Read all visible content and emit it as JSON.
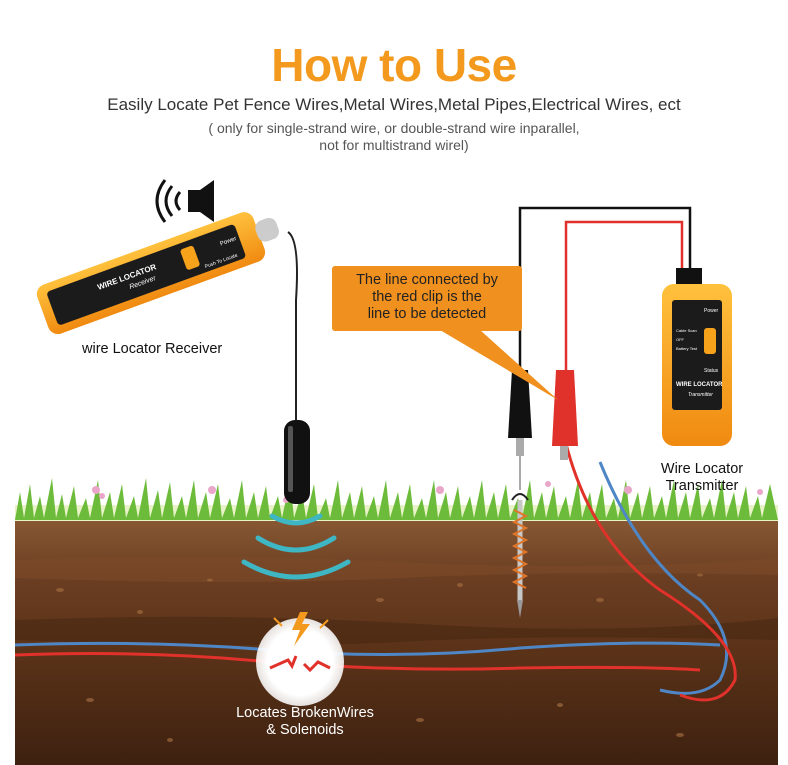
{
  "header": {
    "title": "How to Use",
    "subtitle": "Easily Locate Pet Fence Wires,Metal Wires,Metal Pipes,Electrical Wires, ect",
    "note_line1": "( only for single-strand wire, or double-strand wire inparallel,",
    "note_line2": "not for multistrand wirel)"
  },
  "receiver": {
    "label": "wire Locator Receiver",
    "brand": "WIRE LOCATOR",
    "model": "Receiver",
    "power": "Power",
    "button": "Push To Locate"
  },
  "transmitter": {
    "label_line1": "Wire Locator",
    "label_line2": "Transmitter",
    "brand": "WIRE LOCATOR",
    "model": "Transmitter",
    "power": "Power",
    "modes": [
      "Cable Scan",
      "OFF",
      "Battery Test"
    ],
    "status": "Status"
  },
  "callout": {
    "line1": "The line connected by",
    "line2": "the red clip is the",
    "line3": "line to be detected"
  },
  "break": {
    "line1": "Locates BrokenWires",
    "line2": "& Solenoids"
  },
  "colors": {
    "accent": "#f39a1e",
    "device_orange": "#f7a21b",
    "red_wire": "#e0312a",
    "blue_wire": "#4f86c6",
    "soil": "#6b3e22",
    "grass": "#6dbb3a"
  },
  "icons": [
    "speaker-icon",
    "signal-wave-icon",
    "lightning-icon"
  ]
}
